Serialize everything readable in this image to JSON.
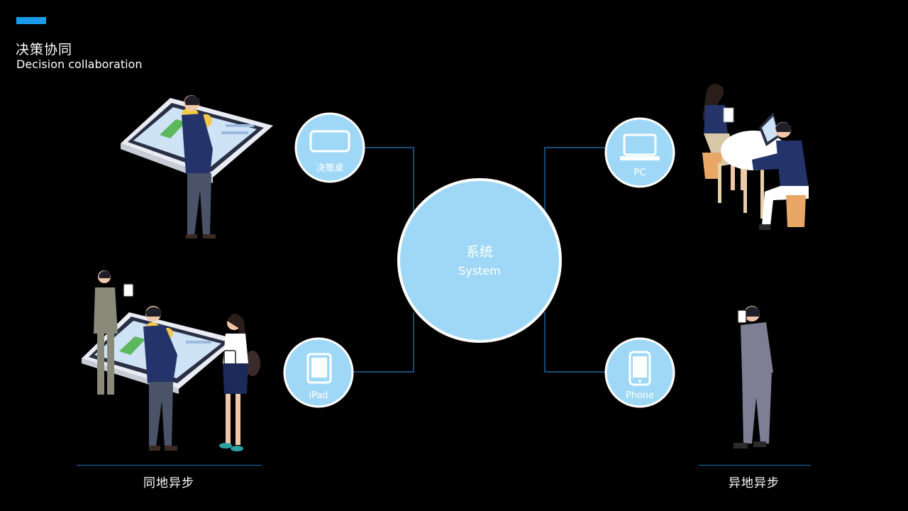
{
  "header": {
    "title_cn": "决策协同",
    "title_en": "Decision collaboration",
    "accent_color": "#1a9bea"
  },
  "center": {
    "label_cn": "系统",
    "label_en": "System",
    "fill_color": "#9fd8f7"
  },
  "nodes": {
    "decision_table": {
      "label": "决策桌",
      "icon": "tablet-landscape-icon"
    },
    "ipad": {
      "label": "iPad",
      "icon": "tablet-icon"
    },
    "pc": {
      "label": "PC",
      "icon": "laptop-icon"
    },
    "phone": {
      "label": "Phone",
      "icon": "phone-icon"
    }
  },
  "captions": {
    "left": "同地异步",
    "right": "异地异步"
  },
  "connector_color": "#2a78c2"
}
